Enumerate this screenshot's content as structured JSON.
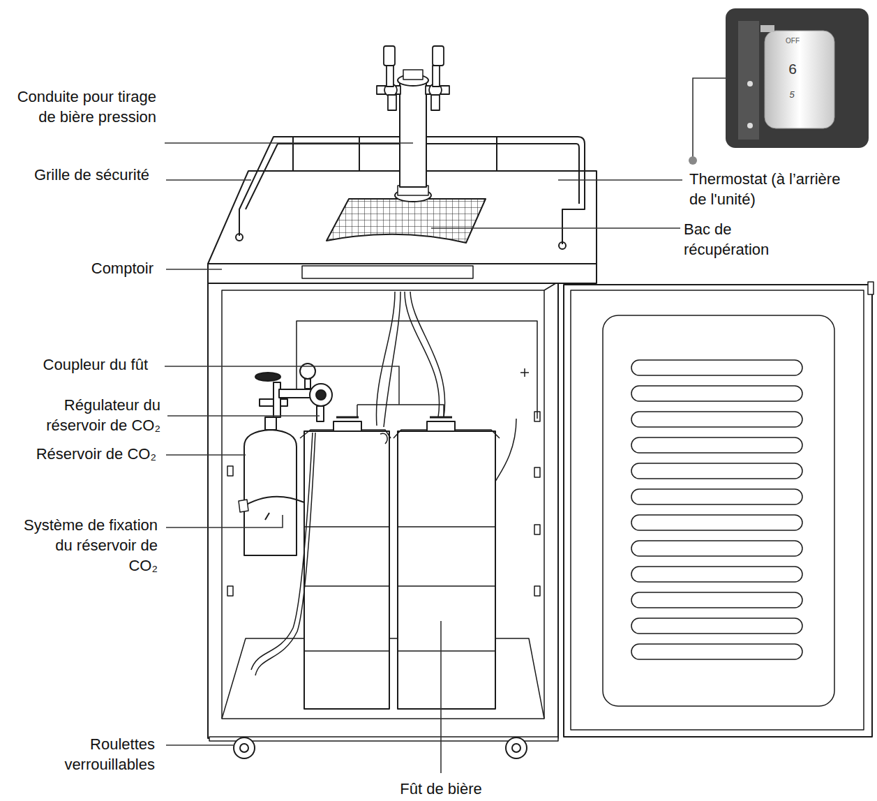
{
  "diagram": {
    "labels": [
      "Conduite pour tirage de bière pression",
      "Grille de sécurité",
      "Comptoir",
      "Coupleur du fût",
      "Régulateur du réservoir de CO₂",
      "Réservoir de CO₂",
      "Système de fixation du réservoir de CO₂",
      "Roulettes verrouillables",
      "Fût de bière",
      "Thermostat (à l’arrière de l'unité)",
      "Bac de récupération",
      "OFF",
      "6",
      "5"
    ]
  }
}
